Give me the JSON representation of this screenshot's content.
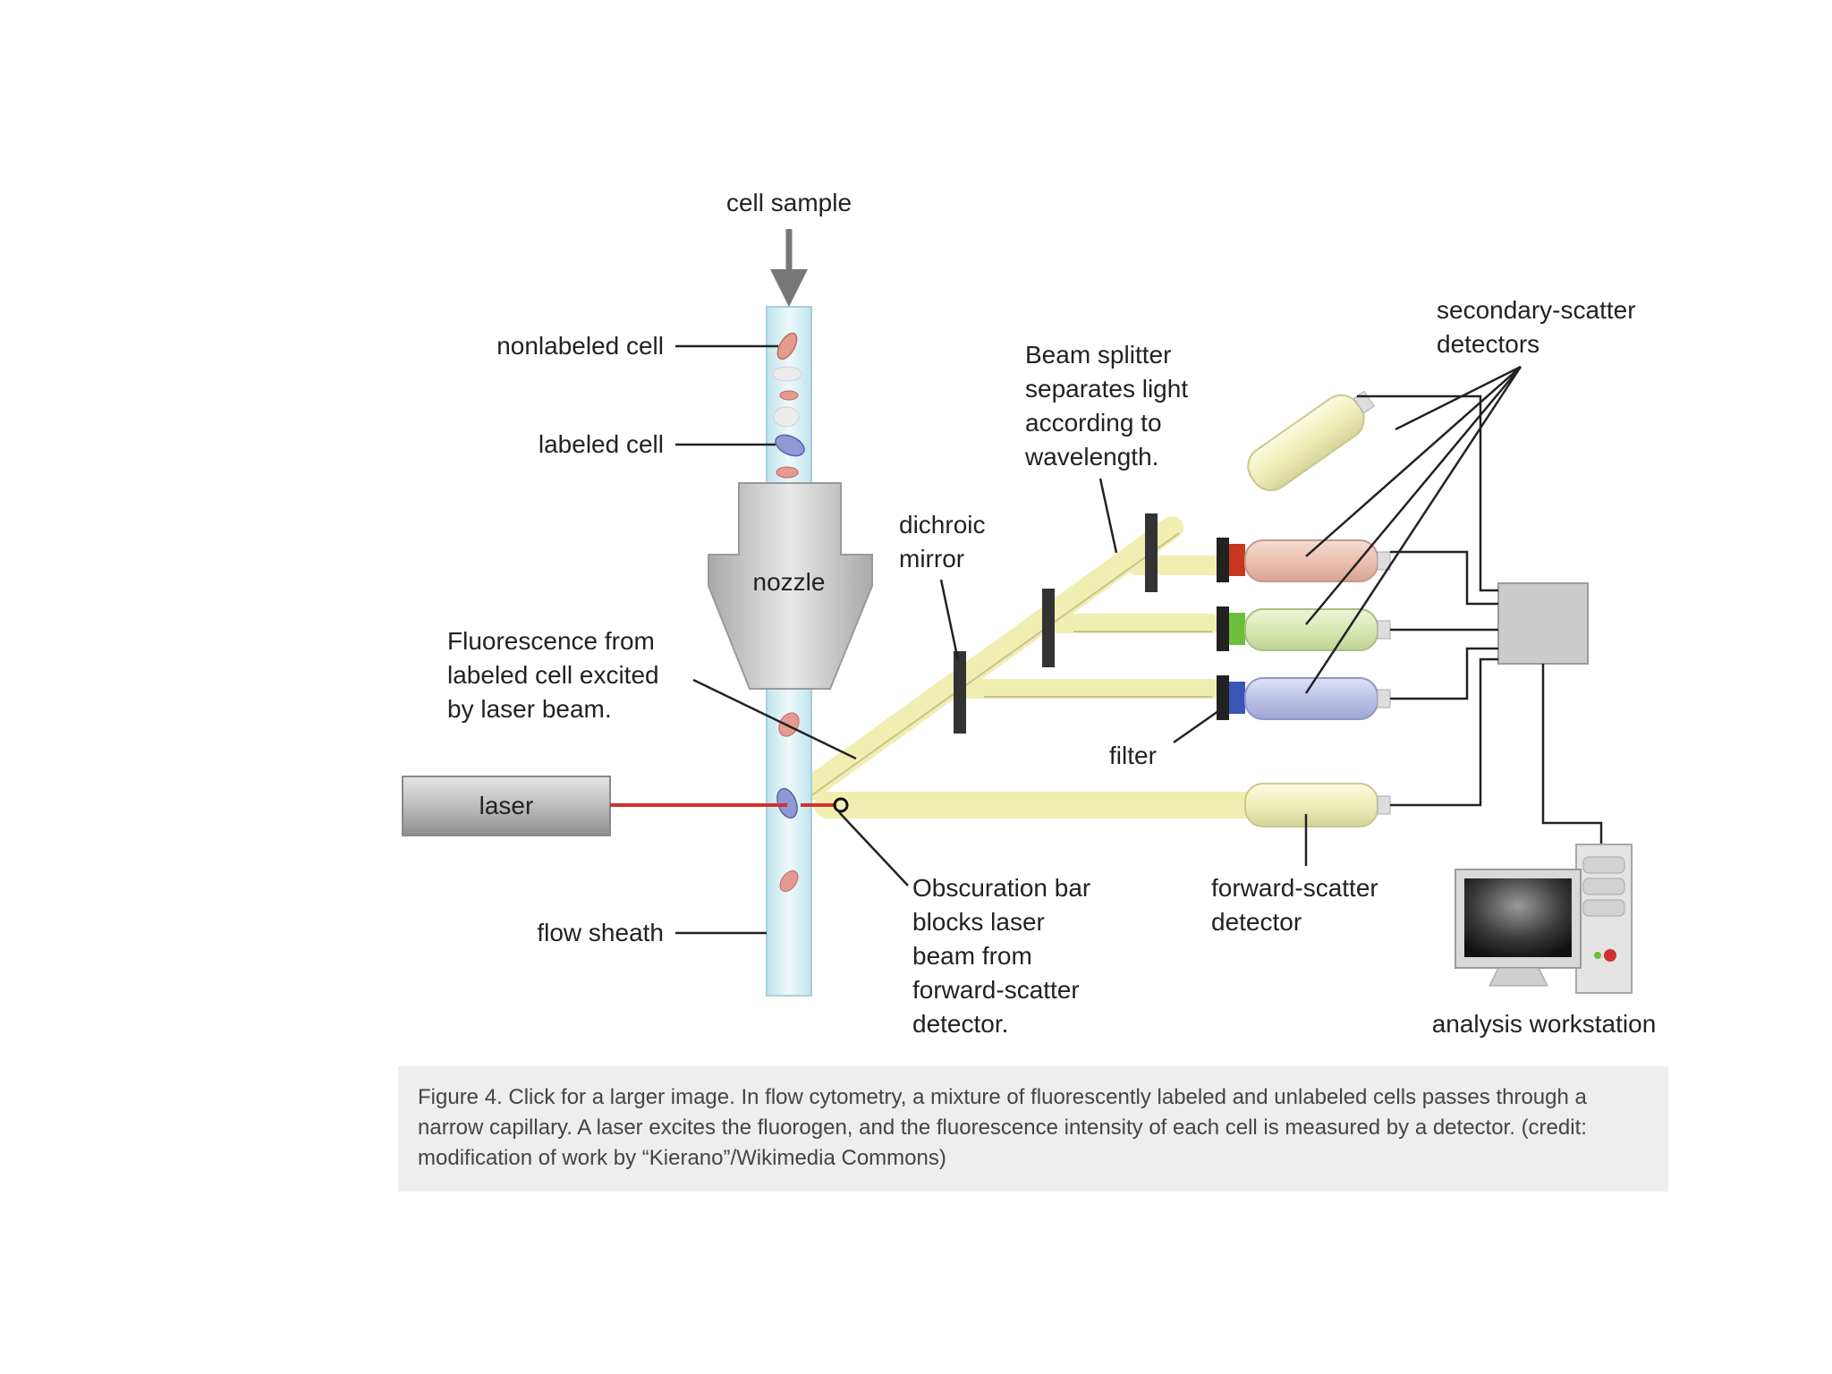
{
  "labels": {
    "cell_sample": "cell sample",
    "nonlabeled_cell": "nonlabeled cell",
    "labeled_cell": "labeled cell",
    "nozzle": "nozzle",
    "fluorescence": [
      "Fluorescence from",
      "labeled cell excited",
      "by laser beam."
    ],
    "laser": "laser",
    "flow_sheath": "flow sheath",
    "obscuration": [
      "Obscuration bar",
      "blocks laser",
      "beam from",
      "forward-scatter",
      "detector."
    ],
    "dichroic": [
      "dichroic",
      "mirror"
    ],
    "beam_splitter": [
      "Beam splitter",
      "separates light",
      "according to",
      "wavelength."
    ],
    "secondary_scatter": [
      "secondary-scatter",
      "detectors"
    ],
    "filter": "filter",
    "forward_scatter": [
      "forward-scatter",
      "detector"
    ],
    "workstation": "analysis workstation"
  },
  "caption": "Figure 4. Click for a larger image. In flow cytometry, a mixture of fluorescently labeled and unlabeled cells passes through a narrow capillary. A laser excites the fluorogen, and the fluorescence intensity of each cell is measured by a detector. (credit: modification of work by “Kierano”/Wikimedia Commons)",
  "colors": {
    "beam": "#f1eeb2",
    "laser_line": "#d0312d",
    "tube": "#d6eef4",
    "filter_red": "#c8381f",
    "filter_green": "#6cbf3a",
    "filter_blue": "#3b56b6"
  }
}
